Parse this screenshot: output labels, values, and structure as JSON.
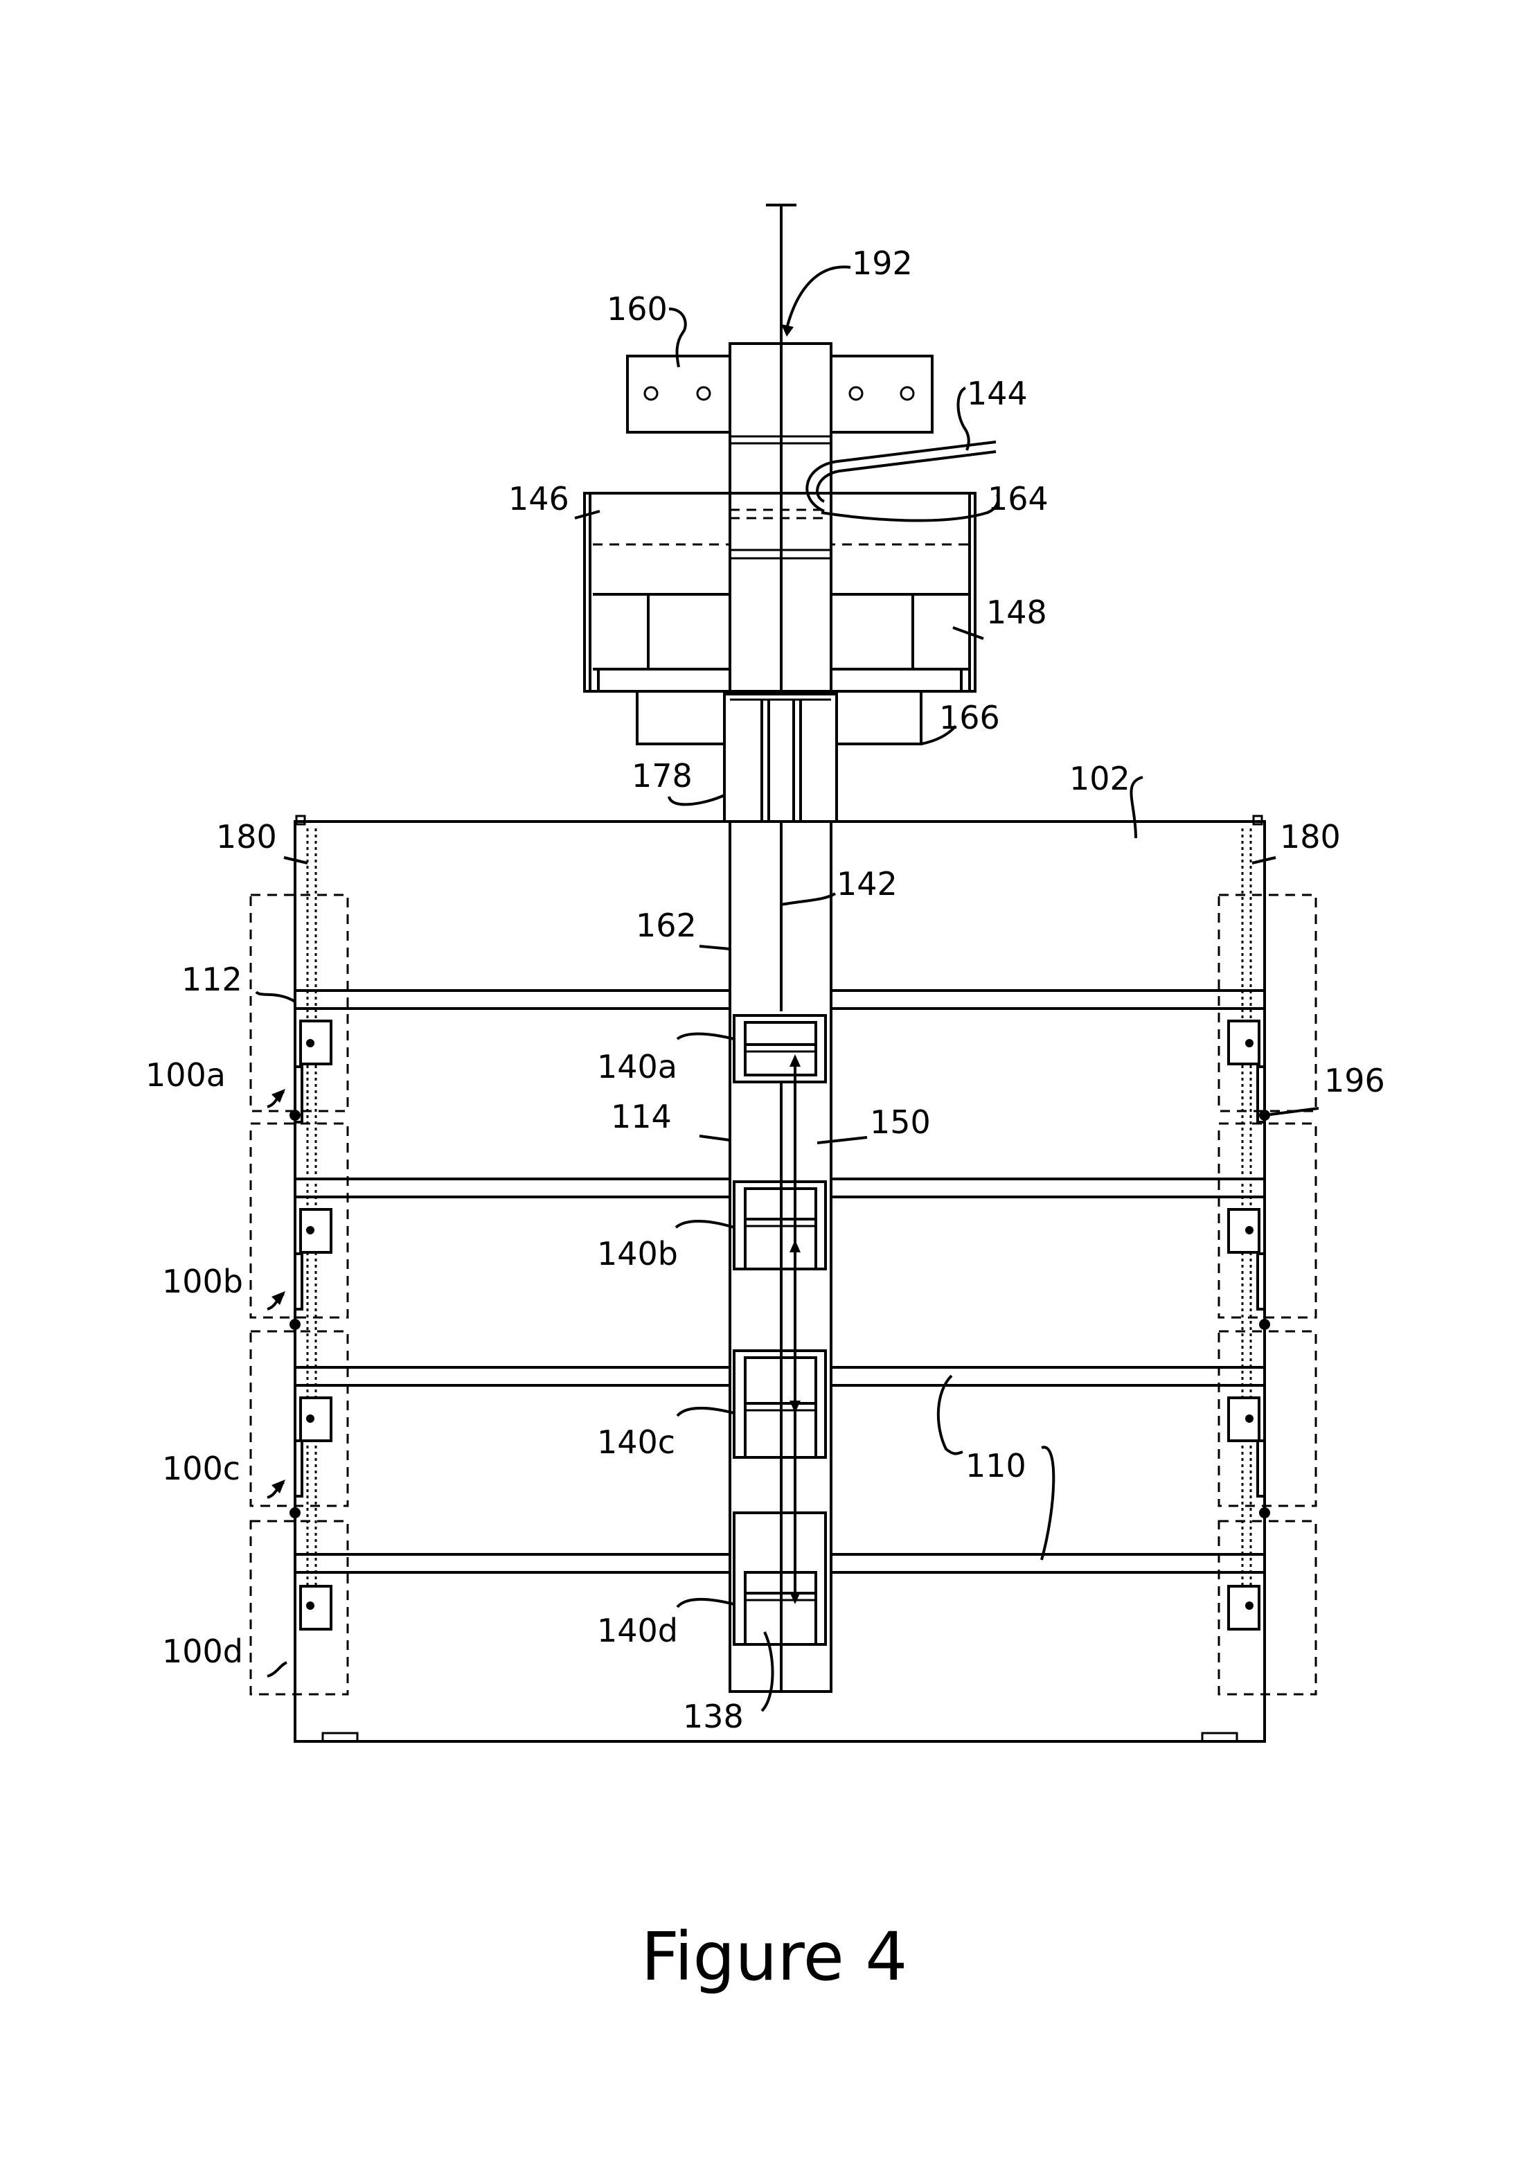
{
  "figure": {
    "caption": "Figure 4",
    "reference_labels": {
      "r192": "192",
      "r160": "160",
      "r144": "144",
      "r146": "146",
      "r164": "164",
      "r148": "148",
      "r166": "166",
      "r178": "178",
      "r102": "102",
      "r180_left": "180",
      "r180_right": "180",
      "r142": "142",
      "r162": "162",
      "r112": "112",
      "r140a": "140a",
      "r100a": "100a",
      "r196": "196",
      "r114": "114",
      "r150": "150",
      "r140b": "140b",
      "r100b": "100b",
      "r140c": "140c",
      "r110": "110",
      "r100c": "100c",
      "r140d": "140d",
      "r100d": "100d",
      "r138": "138"
    }
  }
}
